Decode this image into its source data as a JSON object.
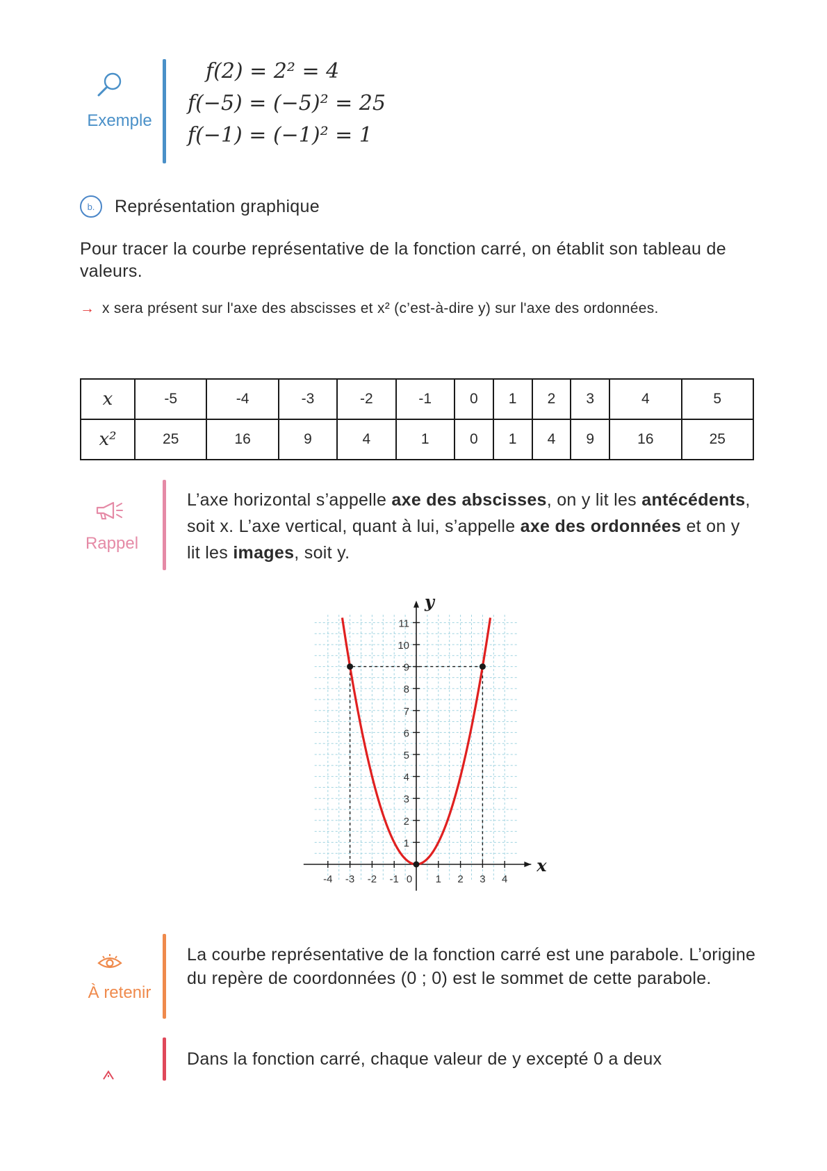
{
  "colors": {
    "exemple": "#4a90c8",
    "rappel": "#e58aa6",
    "retenir": "#ef8a4c",
    "warning": "#e0485a",
    "curve": "#e02020",
    "arrow": "#e43b3b"
  },
  "exemple": {
    "label": "Exemple",
    "icon": "magnifier-icon",
    "lines": [
      "f(2) = 2² = 4",
      "f(−5) = (−5)² = 25",
      "f(−1) = (−1)² = 1"
    ]
  },
  "section": {
    "badge": "b.",
    "title": "Représentation graphique"
  },
  "intro": "Pour tracer la courbe représentative de la fonction carré, on établit son tableau de valeurs.",
  "note": {
    "arrow": "→",
    "text": "x sera présent sur l'axe des abscisses et x² (c’est-à-dire y) sur l'axe des ordonnées."
  },
  "table": {
    "row_labels": [
      "x",
      "x²"
    ],
    "x": [
      "-5",
      "-4",
      "-3",
      "-2",
      "-1",
      "0",
      "1",
      "2",
      "3",
      "4",
      "5"
    ],
    "x2": [
      "25",
      "16",
      "9",
      "4",
      "1",
      "0",
      "1",
      "4",
      "9",
      "16",
      "25"
    ]
  },
  "rappel": {
    "label": "Rappel",
    "icon": "megaphone-icon",
    "parts": [
      {
        "t": "L’axe horizontal s’appelle ",
        "b": false
      },
      {
        "t": "axe des abscisses",
        "b": true
      },
      {
        "t": ", on y lit les ",
        "b": false
      },
      {
        "t": "antécédents",
        "b": true
      },
      {
        "t": ", soit x. L’axe vertical, quant à lui, s’appelle ",
        "b": false
      },
      {
        "t": "axe des ordonnées",
        "b": true
      },
      {
        "t": " et on y lit les ",
        "b": false
      },
      {
        "t": "images",
        "b": true
      },
      {
        "t": ", soit y.",
        "b": false
      }
    ]
  },
  "chart_data": {
    "type": "line",
    "function": "y = x²",
    "x_axis_label": "x",
    "y_axis_label": "y",
    "xlim": [
      -4.3,
      4.3
    ],
    "ylim": [
      0,
      11.3
    ],
    "x_ticks": [
      "-4",
      "-3",
      "-2",
      "-1",
      "0",
      "1",
      "2",
      "3",
      "4"
    ],
    "y_ticks": [
      "1",
      "2",
      "3",
      "4",
      "5",
      "6",
      "7",
      "8",
      "9",
      "10",
      "11"
    ],
    "grid": true,
    "series": [
      {
        "points": [
          [
            -3.35,
            11.2
          ],
          [
            -3,
            9
          ],
          [
            -2,
            4
          ],
          [
            -1,
            1
          ],
          [
            0,
            0
          ],
          [
            1,
            1
          ],
          [
            2,
            4
          ],
          [
            3,
            9
          ],
          [
            3.35,
            11.2
          ]
        ]
      }
    ],
    "marked_points": [
      [
        -3,
        9
      ],
      [
        3,
        9
      ],
      [
        0,
        0
      ]
    ],
    "guide_lines": [
      [
        [
          -3,
          0
        ],
        [
          -3,
          9
        ],
        [
          3,
          9
        ],
        [
          3,
          0
        ]
      ]
    ]
  },
  "retenir": {
    "label": "À retenir",
    "icon": "eye-icon",
    "text": "La courbe représentative de la fonction carré est une parabole. L’origine du repère de coordonnées (0 ; 0) est le sommet de cette parabole."
  },
  "warning": {
    "icon": "warning-icon",
    "text": "Dans la fonction carré, chaque valeur de y excepté 0 a deux"
  }
}
